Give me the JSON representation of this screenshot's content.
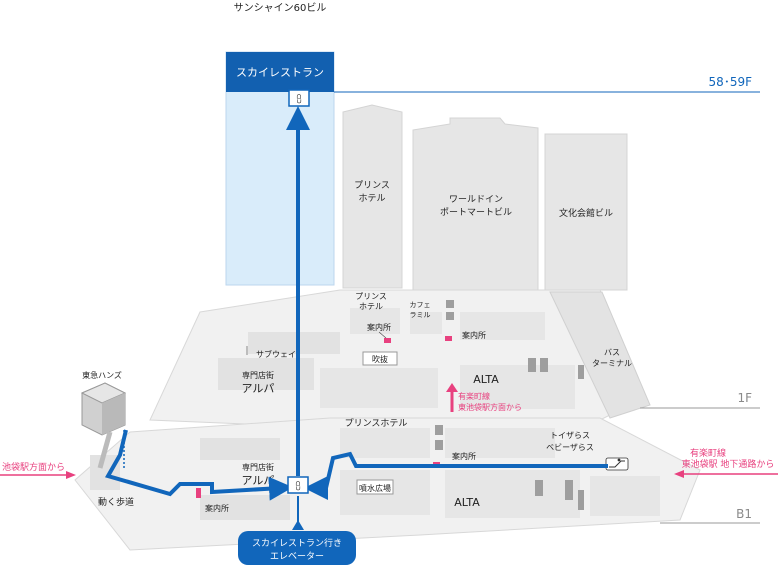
{
  "tower": {
    "name": "サンシャイン60ビル",
    "restaurant_label": "スカイレストラン",
    "floor_label": "58･59F"
  },
  "buildings": {
    "prince_hotel": [
      "プリンス",
      "ホテル"
    ],
    "world_import": [
      "ワールドイン",
      "ポートマートビル"
    ],
    "bunka_kaikan": "文化会館ビル"
  },
  "floor_1f": {
    "floor_label": "1F",
    "prince_hotel": [
      "プリンス",
      "ホテル"
    ],
    "cafe": [
      "カフェ",
      "ラミル"
    ],
    "info_a": "案内所",
    "info_b": "案内所",
    "fukinuke": "吹抜",
    "subway": "サブウェイ",
    "senmonten": "専門店街",
    "alpa": "アルパ",
    "alta": "ALTA",
    "bus": [
      "バス",
      "ターミナル"
    ],
    "yurakucho": [
      "有楽町線",
      "東池袋駅方面から"
    ]
  },
  "floor_b1": {
    "floor_label": "B1",
    "prince_hotel": "プリンスホテル",
    "toys": [
      "トイザらス",
      "ベビーザらス"
    ],
    "info_a": "案内所",
    "info_b": "案内所",
    "senmonten": "専門店街",
    "alpa": "アルパ",
    "funsui": "噴水広場",
    "alta": "ALTA",
    "yurakucho": [
      "有楽町線",
      "東池袋駅 地下通路から"
    ]
  },
  "tokyu_hands": "東急ハンズ",
  "ikebukuro": "池袋駅方面から",
  "moving_walkway": "動く歩道",
  "elevator_callout": [
    "スカイレストラン行き",
    "エレベーター"
  ],
  "colors": {
    "route_blue": "#1166bb",
    "tower_light": "#d9ecfa",
    "tower_dark": "#1260b0",
    "building_gray": "#e6e6e6",
    "pink": "#e8417f",
    "floor_line": "#9a9a9a"
  }
}
